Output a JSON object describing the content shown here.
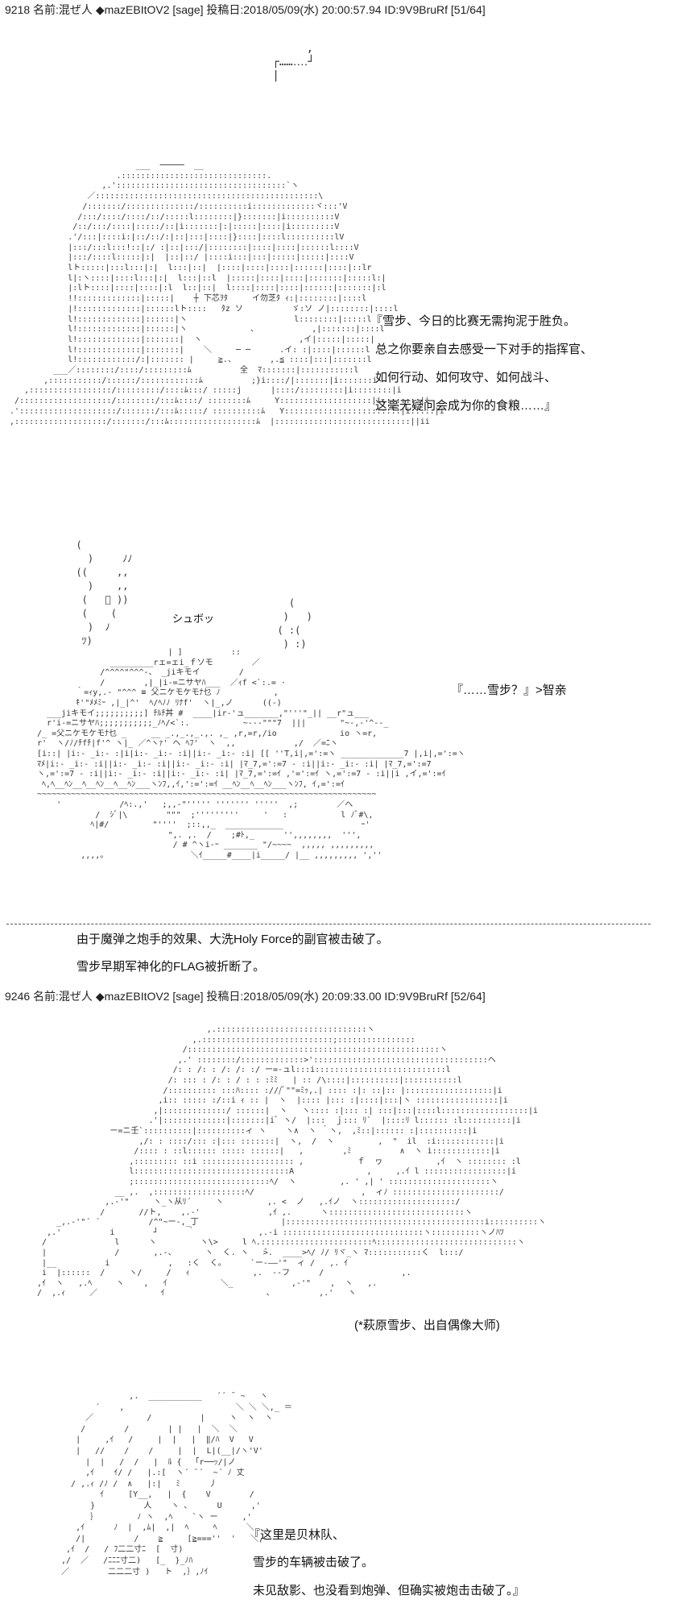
{
  "posts": [
    {
      "header": "9218 名前:混ぜ人 ◆mazEBItOV2 [sage] 投稿日:2018/05/09(水) 20:00:57.94 ID:9V9BruRf [51/64]",
      "scene1_dialogue": [
        "『雪步、今日的比赛无需拘泥于胜负。",
        "总之你要亲自去感受一下对手的指挥官、",
        "如何行动、如何攻守、如何战斗、",
        "这毫无疑问会成为你的食粮……』"
      ],
      "scene2_effect": "シュボッ",
      "scene2_dialogue": "『……雪步？』>智亲",
      "narration": [
        "由于魔弹之炮手的效果、大洗Holy Force的副官被击破了。",
        "雪步早期军神化的FLAG被折断了。"
      ]
    },
    {
      "header": "9246 名前:混ぜ人 ◆mazEBItOV2 [sage] 投稿日:2018/05/09(水) 20:09:33.00 ID:9V9BruRf [52/64]",
      "scene1_caption": "(*萩原雪步、出自偶像大师)",
      "scene2_dialogue": [
        "『这里是贝林队、",
        "雪步的车辆被击破了。",
        "未见敌影、也没看到炮弹、但确实被炮击击破了。』"
      ]
    }
  ]
}
